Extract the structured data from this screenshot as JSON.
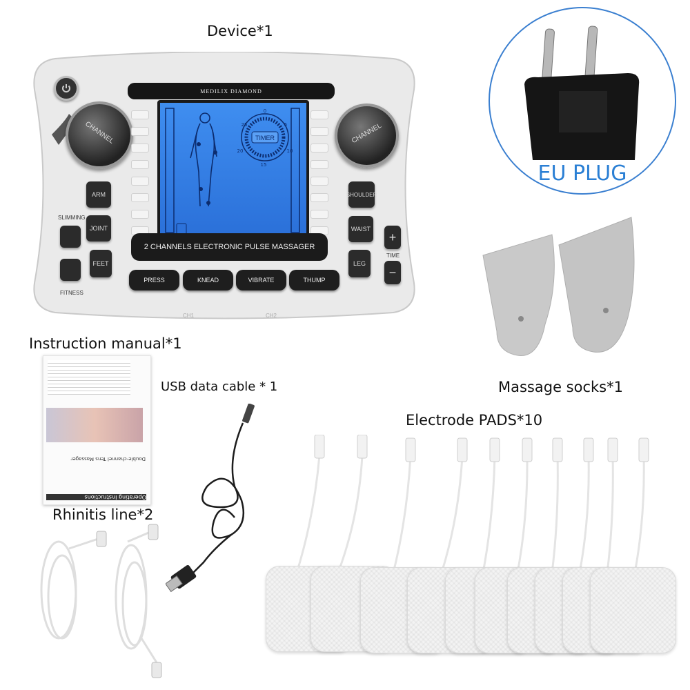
{
  "captions": {
    "device": "Device*1",
    "eu_plug": "EU PLUG",
    "instruction_manual": "Instruction manual*1",
    "usb_cable": "USB data cable * 1",
    "massage_socks": "Massage socks*1",
    "electrode_pads": "Electrode PADS*10",
    "rhinitis_line": "Rhinitis line*2"
  },
  "device": {
    "brand": "MEDILIX DIAMOND",
    "lcd_band": "2 CHANNELS ELECTRONIC PULSE MASSAGER",
    "timer_label": "TIMER",
    "timer_ticks": [
      "0",
      "5",
      "10",
      "15",
      "20",
      "25"
    ],
    "left_dial": "CHANNEL",
    "right_dial": "CHANNEL",
    "left_buttons": [
      "ARM",
      "JOINT",
      "FEET"
    ],
    "right_buttons": [
      "SHOULDER",
      "WAIST",
      "LEG"
    ],
    "mode_buttons": [
      "PRESS",
      "KNEAD",
      "VIBRATE",
      "THUMP"
    ],
    "side_labels": {
      "slimming": "SLIMMING",
      "fitness": "FITNESS",
      "time": "TIME"
    },
    "time_plus": "+",
    "time_minus": "−",
    "bottom_labels": [
      "CH1",
      "CH2"
    ]
  },
  "manual": {
    "cover_title": "Double-channel Tens Massager",
    "cover_subtitle": "Operating Instructions"
  },
  "colors": {
    "lcd_blue": "#3a86ee",
    "accent_blue": "#2a7fd4",
    "device_body": "#e9e9e9"
  }
}
